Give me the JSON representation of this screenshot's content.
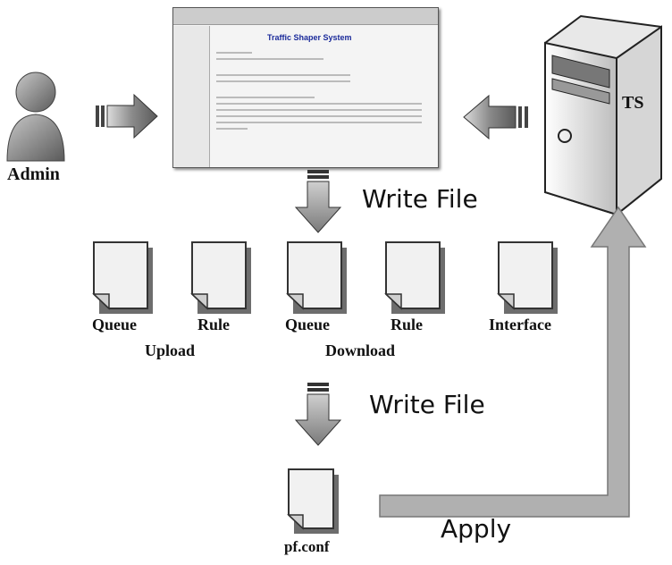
{
  "screenshot": {
    "title": "Traffic Shaper System"
  },
  "actors": {
    "admin_label": "Admin",
    "server_label": "TS"
  },
  "steps": {
    "write_file_1": "Write File",
    "write_file_2": "Write File",
    "apply": "Apply"
  },
  "files": [
    {
      "label": "Queue"
    },
    {
      "label": "Rule"
    },
    {
      "label": "Queue"
    },
    {
      "label": "Rule"
    },
    {
      "label": "Interface"
    }
  ],
  "groups": {
    "upload": "Upload",
    "download": "Download"
  },
  "config": {
    "label": "pf.conf"
  },
  "icons": {
    "admin": "user-icon",
    "server": "server-icon",
    "file": "document-icon",
    "arrow": "arrow-icon"
  }
}
